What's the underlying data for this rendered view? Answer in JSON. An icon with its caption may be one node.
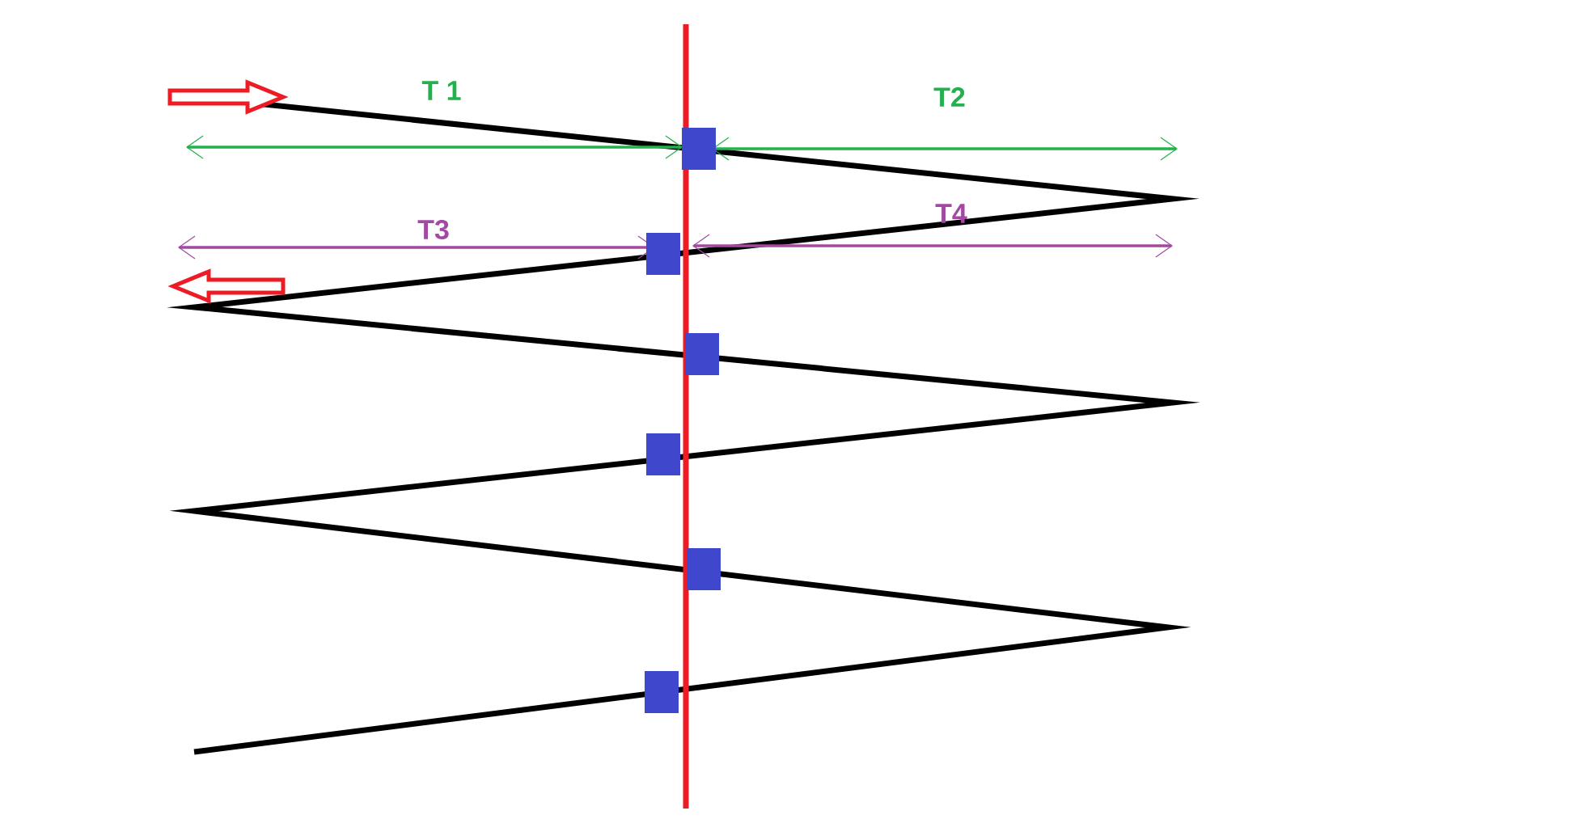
{
  "diagram": {
    "nodes": [
      {
        "text": [],
        "shape": "box"
      },
      {
        "text": [],
        "shape": "box"
      },
      {
        "text": [],
        "shape": "box"
      },
      {
        "text": [],
        "shape": "box"
      },
      {
        "text": [],
        "shape": "box"
      },
      {
        "text": [],
        "shape": "box"
      }
    ],
    "labels": [
      "T 1",
      "T2",
      "T3",
      "T4"
    ]
  }
}
